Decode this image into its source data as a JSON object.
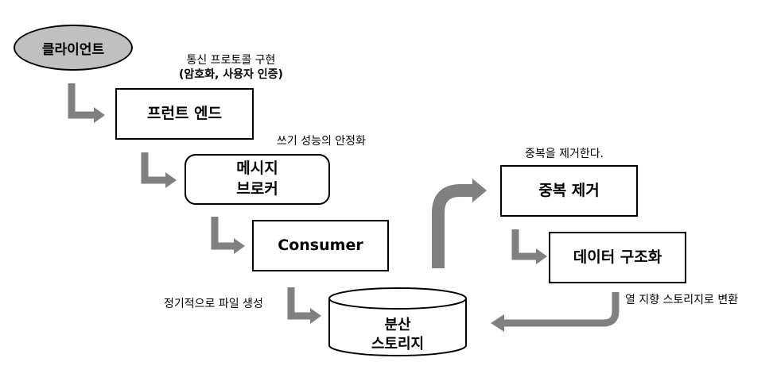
{
  "nodes": {
    "client": "클라이언트",
    "frontend": "프런트 엔드",
    "broker": [
      "메시지",
      "브로커"
    ],
    "consumer": "Consumer",
    "storage": [
      "분산",
      "스토리지"
    ],
    "dedup": "중복 제거",
    "structuring": "데이터 구조화"
  },
  "annotations": {
    "frontend_note": [
      "통신 프로토콜 구현",
      "(암호화, 사용자 인증)"
    ],
    "broker_note": "쓰기 성능의 안정화",
    "storage_note": "정기적으로 파일 생성",
    "dedup_note": "중복을 제거한다.",
    "columnar_note": "열 지향 스토리지로 변환"
  },
  "colors": {
    "arrow": "#808080",
    "client_fill": "#c0c0c0",
    "border": "#000000"
  }
}
